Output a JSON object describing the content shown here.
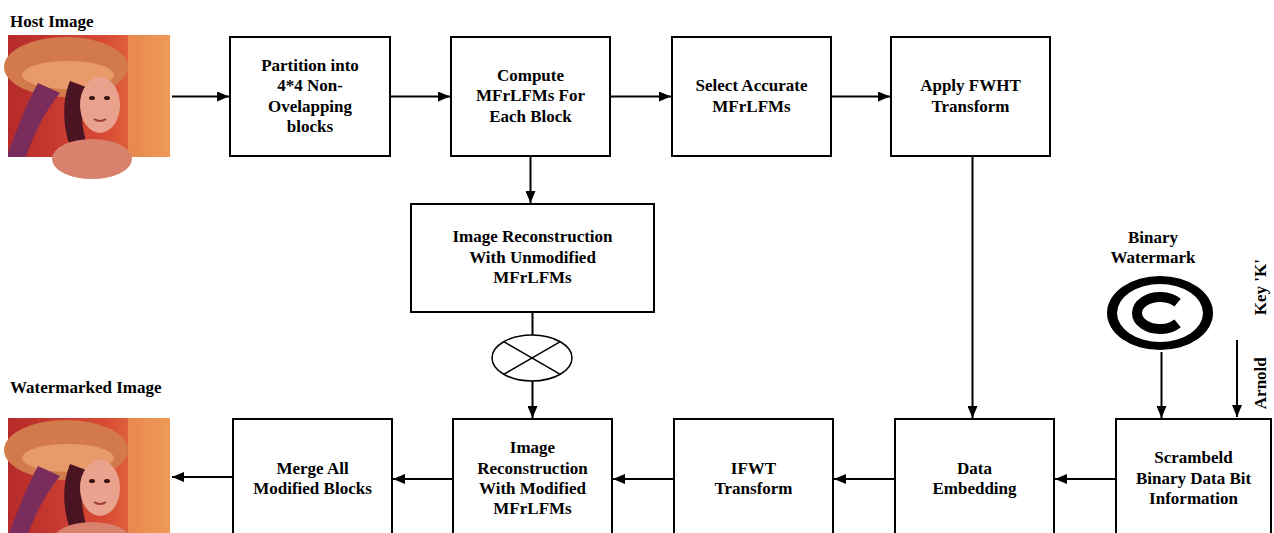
{
  "diagram": {
    "nodes": [
      {
        "text": [
          "Host Image"
        ]
      },
      {
        "text": [
          "Partition into 4*4 Non-Ovelapping blocks"
        ]
      },
      {
        "text": [
          "Compute MFrLFMs For Each Block"
        ]
      },
      {
        "text": [
          "Select Accurate MFrLFMs"
        ]
      },
      {
        "text": [
          "Apply FWHT Transform"
        ]
      },
      {
        "text": [
          "Image Reconstruction With Unmodified MFrLFMs"
        ]
      },
      {
        "text": [
          "Binary Watermark"
        ]
      },
      {
        "text": [
          "Watermarked Image"
        ]
      },
      {
        "text": [
          "Merge All Modified Blocks"
        ]
      },
      {
        "text": [
          "Image Reconstruction With Modified MFrLFMs"
        ]
      },
      {
        "text": [
          "IFWT Transform"
        ]
      },
      {
        "text": [
          "Data Embedding"
        ]
      },
      {
        "text": [
          "Scrambeld Binary Data Bit Information"
        ]
      }
    ],
    "edges": [
      {
        "from": 0,
        "to": 1,
        "arrow": "to"
      },
      {
        "from": 1,
        "to": 2,
        "arrow": "to"
      },
      {
        "from": 2,
        "to": 3,
        "arrow": "to"
      },
      {
        "from": 3,
        "to": 4,
        "arrow": "to"
      },
      {
        "from": 2,
        "to": 5,
        "arrow": "to"
      },
      {
        "from": 5,
        "to": 9,
        "arrow": "to"
      },
      {
        "from": 4,
        "to": 11,
        "arrow": "to"
      },
      {
        "from": 6,
        "to": 12,
        "arrow": "to"
      },
      {
        "from": 12,
        "to": 11,
        "arrow": "to"
      },
      {
        "from": 11,
        "to": 10,
        "arrow": "to"
      },
      {
        "from": 10,
        "to": 9,
        "arrow": "to"
      },
      {
        "from": 9,
        "to": 8,
        "arrow": "to"
      },
      {
        "from": 8,
        "to": 7,
        "arrow": "to"
      }
    ],
    "labels": [
      "Key 'K'",
      "Arnold"
    ]
  }
}
